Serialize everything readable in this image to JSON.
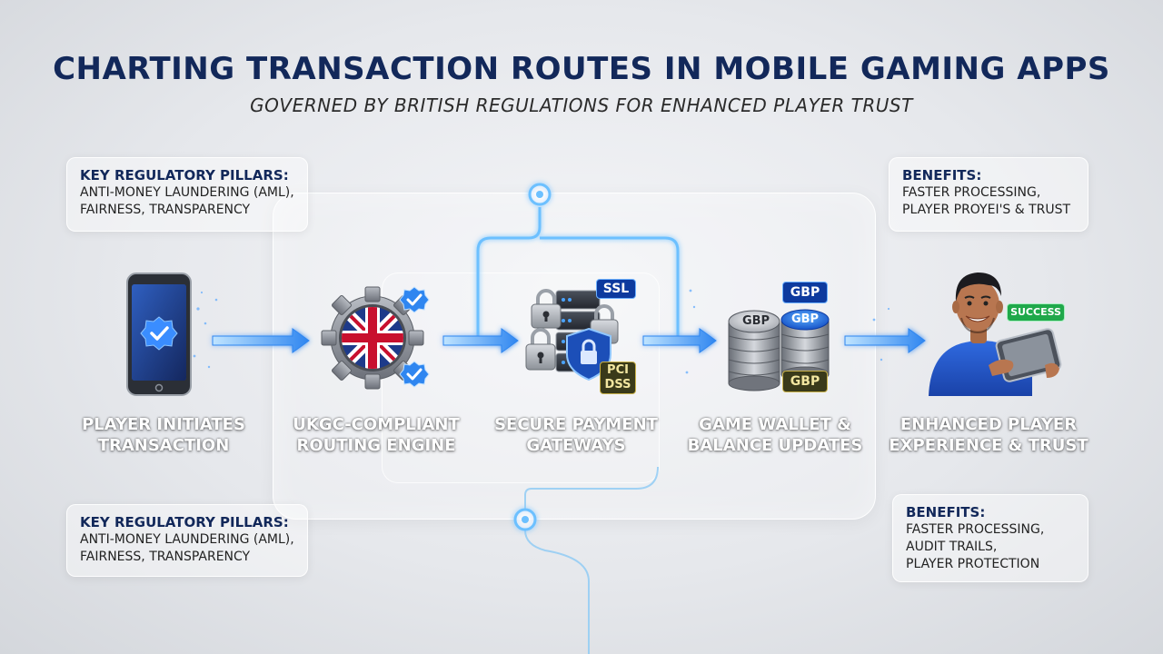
{
  "header": {
    "title": "CHARTING TRANSACTION ROUTES IN MOBILE GAMING APPS",
    "subtitle": "GOVERNED BY BRITISH REGULATIONS FOR ENHANCED PLAYER TRUST"
  },
  "panels": {
    "top_left": {
      "heading": "KEY REGULATORY PILLARS:",
      "lines": [
        "ANTI-MONEY LAUNDERING (AML),",
        "FAIRNESS, TRANSPARENCY"
      ]
    },
    "bottom_left": {
      "heading": "KEY REGULATORY PILLARS:",
      "lines": [
        "ANTI-MONEY LAUNDERING (AML),",
        "FAIRNESS, TRANSPARENCY"
      ]
    },
    "top_right": {
      "heading": "BENEFITS:",
      "lines": [
        "FASTER PROCESSING,",
        "PLAYER PROYEI'S & TRUST"
      ]
    },
    "bottom_right": {
      "heading": "BENEFITS:",
      "lines": [
        "FASTER PROCESSING,",
        "AUDIT TRAILS,",
        "PLAYER PROTECTION"
      ]
    }
  },
  "steps": [
    {
      "line1": "PLAYER INITIATES",
      "line2": "TRANSACTION",
      "icon": "smartphone-check-icon"
    },
    {
      "line1": "UKGC-COMPLIANT",
      "line2": "ROUTING ENGINE",
      "icon": "gear-union-flag-icon"
    },
    {
      "line1": "SECURE PAYMENT",
      "line2": "GATEWAYS",
      "icon": "server-lock-shield-icon"
    },
    {
      "line1": "GAME WALLET &",
      "line2": "BALANCE UPDATES",
      "icon": "gbp-coin-stack-icon"
    },
    {
      "line1": "ENHANCED PLAYER",
      "line2": "EXPERIENCE & TRUST",
      "icon": "player-tablet-icon"
    }
  ],
  "tags": {
    "ssl": "SSL",
    "pci": "PCI",
    "dss": "DSS",
    "gbp_top": "GBP",
    "gbp_bottom": "GBP",
    "coin_left": "GBP",
    "coin_right": "GBP",
    "success": "SUCCESS"
  },
  "colors": {
    "title": "#12285a",
    "accent_blue": "#3a8dff",
    "glow_blue": "#7ec8ff",
    "success_green": "#1fa84a",
    "gbp_tag_bg": "#0d3a9e",
    "pci_tag_bg": "#3a3a1a"
  }
}
